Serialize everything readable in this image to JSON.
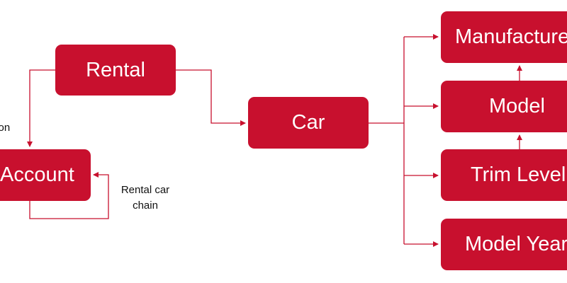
{
  "nodes": {
    "rental": "Rental",
    "car": "Car",
    "account": "Account",
    "manufacturer": "Manufacturer",
    "model": "Model",
    "trim_level": "Trim Level",
    "model_year": "Model Year"
  },
  "edge_labels": {
    "rental_to_account_partial": "tion",
    "account_self_line1": "Rental car",
    "account_self_line2": "chain"
  },
  "colors": {
    "node_fill": "#c8102e",
    "node_text": "#ffffff",
    "connector": "#c8102e",
    "label_text": "#111111"
  }
}
